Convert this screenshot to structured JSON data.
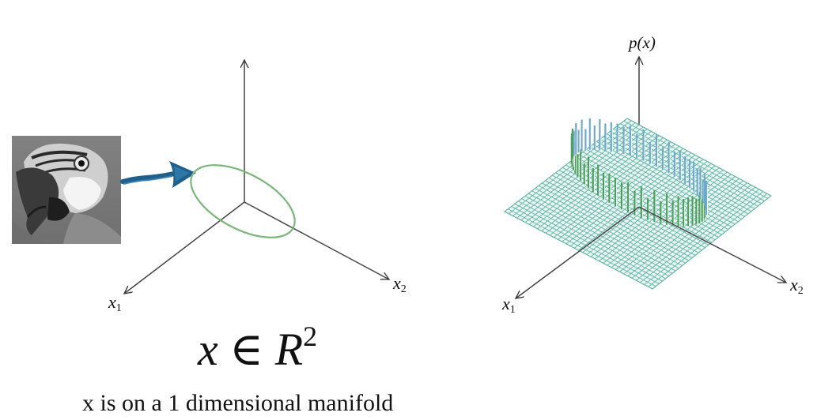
{
  "left_plot": {
    "axes": {
      "x1_var": "x",
      "x1_sub": "1",
      "x2_var": "x",
      "x2_sub": "2"
    },
    "manifold_color": "#7db67a",
    "arrow_color": "#1f5f8b",
    "image_icon": "parrot-photo"
  },
  "formula": {
    "var": "x",
    "op": " ∈ ",
    "space": "R",
    "exponent": "2"
  },
  "caption": "x is on a 1 dimensional manifold",
  "right_plot": {
    "axes": {
      "x1_var": "x",
      "x1_sub": "1",
      "x2_var": "x",
      "x2_sub": "2",
      "y_label": "p(x)"
    },
    "grid_color": "#5fb3a3",
    "spike_color": "#4aa05a"
  }
}
